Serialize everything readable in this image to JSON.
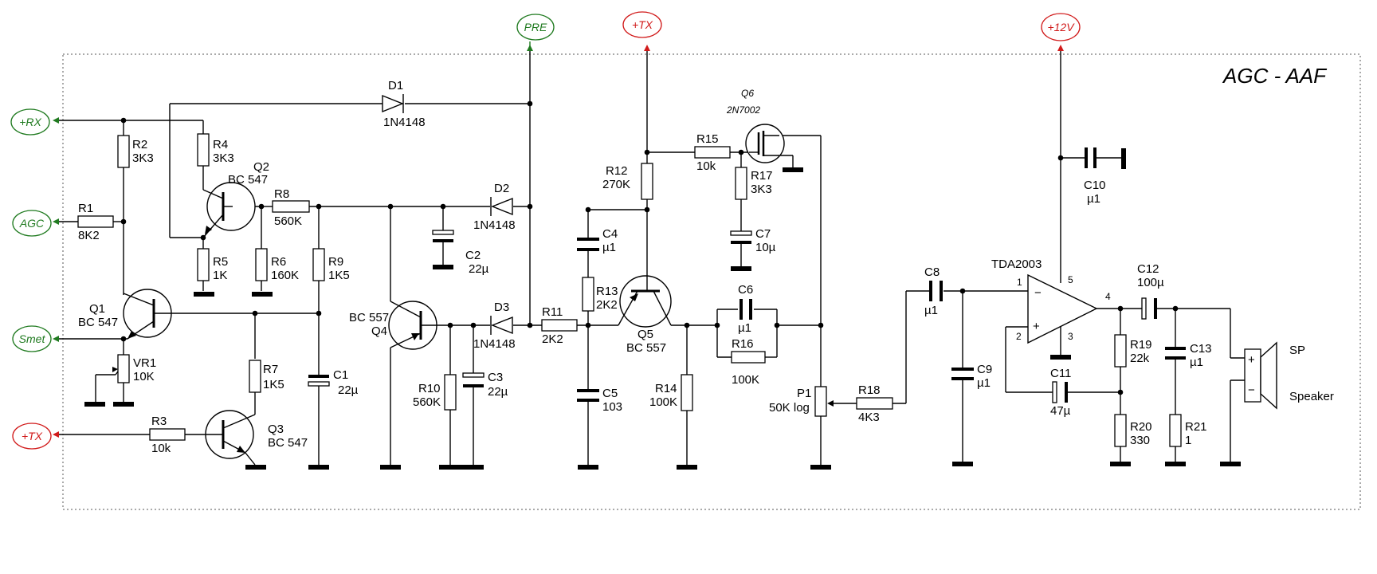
{
  "title": "AGC - AAF",
  "ports": {
    "pre": "PRE",
    "tx_top": "+TX",
    "v12": "+12V",
    "rx": "+RX",
    "agc": "AGC",
    "smet": "Smet",
    "tx_left": "+TX"
  },
  "components": {
    "D1": {
      "ref": "D1",
      "value": "1N4148"
    },
    "D2": {
      "ref": "D2",
      "value": "1N4148"
    },
    "D3": {
      "ref": "D3",
      "value": "1N4148"
    },
    "R1": {
      "ref": "R1",
      "value": "8K2"
    },
    "R2": {
      "ref": "R2",
      "value": "3K3"
    },
    "R3": {
      "ref": "R3",
      "value": "10k"
    },
    "R4": {
      "ref": "R4",
      "value": "3K3"
    },
    "R5": {
      "ref": "R5",
      "value": "1K"
    },
    "R6": {
      "ref": "R6",
      "value": "160K"
    },
    "R7": {
      "ref": "R7",
      "value": "1K5"
    },
    "R8": {
      "ref": "R8",
      "value": "560K"
    },
    "R9": {
      "ref": "R9",
      "value": "1K5"
    },
    "R10": {
      "ref": "R10",
      "value": "560K"
    },
    "R11": {
      "ref": "R11",
      "value": "2K2"
    },
    "R12": {
      "ref": "R12",
      "value": "270K"
    },
    "R13": {
      "ref": "R13",
      "value": "2K2"
    },
    "R14": {
      "ref": "R14",
      "value": "100K"
    },
    "R15": {
      "ref": "R15",
      "value": "10k"
    },
    "R16": {
      "ref": "R16",
      "value": "100K"
    },
    "R17": {
      "ref": "R17",
      "value": "3K3"
    },
    "R18": {
      "ref": "R18",
      "value": "4K3"
    },
    "R19": {
      "ref": "R19",
      "value": "22k"
    },
    "R20": {
      "ref": "R20",
      "value": "330"
    },
    "R21": {
      "ref": "R21",
      "value": "1"
    },
    "VR1": {
      "ref": "VR1",
      "value": "10K"
    },
    "P1": {
      "ref": "P1",
      "value": "50K log"
    },
    "C1": {
      "ref": "C1",
      "value": "22µ"
    },
    "C2": {
      "ref": "C2",
      "value": "22µ"
    },
    "C3": {
      "ref": "C3",
      "value": "22µ"
    },
    "C4": {
      "ref": "C4",
      "value": "µ1"
    },
    "C5": {
      "ref": "C5",
      "value": "103"
    },
    "C6": {
      "ref": "C6",
      "value": "µ1"
    },
    "C7": {
      "ref": "C7",
      "value": "10µ"
    },
    "C8": {
      "ref": "C8",
      "value": "µ1"
    },
    "C9": {
      "ref": "C9",
      "value": "µ1"
    },
    "C10": {
      "ref": "C10",
      "value": "µ1"
    },
    "C11": {
      "ref": "C11",
      "value": "47µ"
    },
    "C12": {
      "ref": "C12",
      "value": "100µ"
    },
    "C13": {
      "ref": "C13",
      "value": "µ1"
    },
    "Q1": {
      "ref": "Q1",
      "value": "BC 547"
    },
    "Q2": {
      "ref": "Q2",
      "value": "BC 547"
    },
    "Q3": {
      "ref": "Q3",
      "value": "BC 547"
    },
    "Q4": {
      "ref": "Q4",
      "value": "BC 557"
    },
    "Q5": {
      "ref": "Q5",
      "value": "BC 557"
    },
    "Q6": {
      "ref": "Q6",
      "value": "2N7002"
    },
    "U1": {
      "ref": "TDA2003",
      "pin1": "1",
      "pin2": "2",
      "pin3": "3",
      "pin4": "4",
      "pin5": "5",
      "minus": "−",
      "plus": "+"
    },
    "SP": {
      "ref": "SP",
      "value": "Speaker",
      "plus": "+",
      "minus": "−"
    }
  }
}
